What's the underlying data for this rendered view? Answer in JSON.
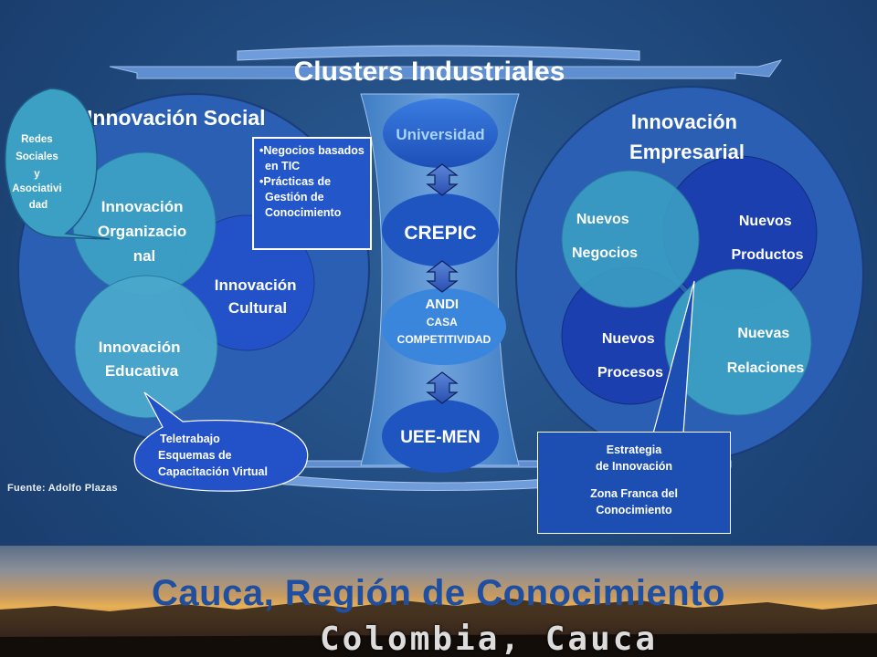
{
  "title": "Clusters Industriales",
  "social": {
    "title": "Innovación Social",
    "organizacional": [
      "Innovación",
      "Organizacio",
      "nal"
    ],
    "cultural": [
      "Innovación",
      "Cultural"
    ],
    "educativa": [
      "Innovación",
      "Educativa"
    ],
    "redes_bubble": [
      "Redes",
      "Sociales",
      "y",
      "Asociativi",
      "dad"
    ],
    "tic_box": [
      "Negocios basados en TIC",
      "Prácticas de Gestión de Conocimiento"
    ],
    "teletrabajo_bubble": [
      "Teletrabajo",
      "Esquemas de",
      "Capacitación Virtual"
    ]
  },
  "center": {
    "universidad": "Universidad",
    "crepic": "CREPIC",
    "andi": [
      "ANDI",
      "CASA",
      "COMPETITIVIDAD"
    ],
    "uee": "UEE-MEN"
  },
  "empresarial": {
    "title": [
      "Innovación",
      "Empresarial"
    ],
    "negocios": [
      "Nuevos",
      "Negocios"
    ],
    "productos": [
      "Nuevos",
      "Productos"
    ],
    "procesos": [
      "Nuevos",
      "Procesos"
    ],
    "relaciones": [
      "Nuevas",
      "Relaciones"
    ],
    "strategy_box": [
      "Estrategia",
      "de Innovación",
      "Zona Franca del",
      "Conocimiento"
    ]
  },
  "source": "Fuente: Adolfo Plazas",
  "banner": {
    "title": "Cauca, Región de Conocimiento",
    "subtitle": "Colombia, Cauca"
  },
  "colors": {
    "background": "#1e4679",
    "teal": "#3ca0c4",
    "royal_blue": "#2352c8",
    "deep_blue": "#1b3fae",
    "center_oval": "#1f55c0",
    "banner_title": "#1f4fa0"
  }
}
